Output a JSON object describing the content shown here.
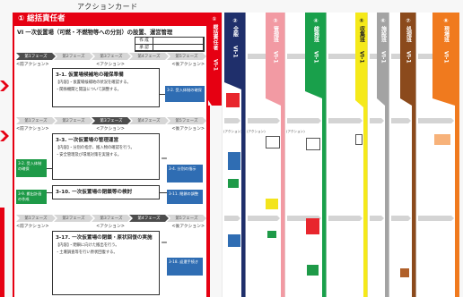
{
  "page_title": "アクションカード",
  "colors": {
    "main": "#e60012",
    "phase": "#d6d6d6",
    "active_phase": "#4d4d4d",
    "next_box": "#2f6db3",
    "prev_box": "#1e9a48"
  },
  "main_card": {
    "role": "① 総括責任者",
    "title": "VI 一次仮置場（可燃・不燃物等への分別）の設置、運営管理",
    "stamp": [
      "作 成",
      "承 認"
    ],
    "tab": {
      "label": "① 総括責任者",
      "code": "VI-1"
    },
    "phases": [
      "第1フェーズ",
      "第2フェーズ",
      "第3フェーズ",
      "第4フェーズ",
      "第5フェーズ"
    ],
    "phase_rows": [
      {
        "active_phase": 1
      },
      {
        "active_phase": 3
      },
      {
        "active_phase": 4
      }
    ],
    "column_labels": {
      "prev": "<前アクション>",
      "action": "<アクション>",
      "next": "<後アクション>"
    },
    "actions": [
      {
        "title": "3-1. 仮置場候補地の確保準備",
        "lines": [
          "【内容】・仮置場候補地の状況を確認する。",
          "・関係機関と開設について調整する。"
        ]
      },
      {
        "title": "3-3. 一次仮置場の管理運営",
        "lines": [
          "【内容】・分別の指示、搬入物の確認を行う。",
          "・安全管理及び環境対策を実施する。"
        ]
      },
      {
        "title": "3-10. 一次仮置場の閉鎖等の検討"
      },
      {
        "title": "3-17. 一次仮置場の閉鎖・原状回復の実施",
        "lines": [
          "【内容】・閉鎖に向けた搬出を行う。",
          "・土壌調査等を行い原状回復する。"
        ]
      }
    ],
    "next_boxes": [
      "3-2. 受入体制の確保",
      "3-4. 分別の指示",
      "3-11. 閉鎖の調整",
      "3-18. 返還手続き"
    ],
    "prev_boxes": [
      "3-2. 受入体制の確保",
      "3-9. 搬出計画の作成"
    ],
    "equals": "＝"
  },
  "cards": [
    {
      "label": "② 全般",
      "code": "VI-1",
      "color": "#1f2f6b",
      "action_label": "(アクション)"
    },
    {
      "label": "③ 管理班",
      "code": "VI-1",
      "color": "#f29aa3",
      "action_label": "(アクション)"
    },
    {
      "label": "④ 総務班",
      "code": "VI-1",
      "color": "#19a04b",
      "action_label": "(アクション)"
    },
    {
      "label": "⑤ 収集班",
      "code": "VI-1",
      "color": "#f5e91a",
      "text_color": "#222222"
    },
    {
      "label": "⑥ 施設班",
      "code": "VI-1",
      "color": "#a3a3a3"
    },
    {
      "label": "⑦ 処理班",
      "code": "VI-1",
      "color": "#8b4a1c"
    },
    {
      "label": "⑧ 現場班",
      "code": "VI-1",
      "color": "#f07a1e"
    }
  ]
}
